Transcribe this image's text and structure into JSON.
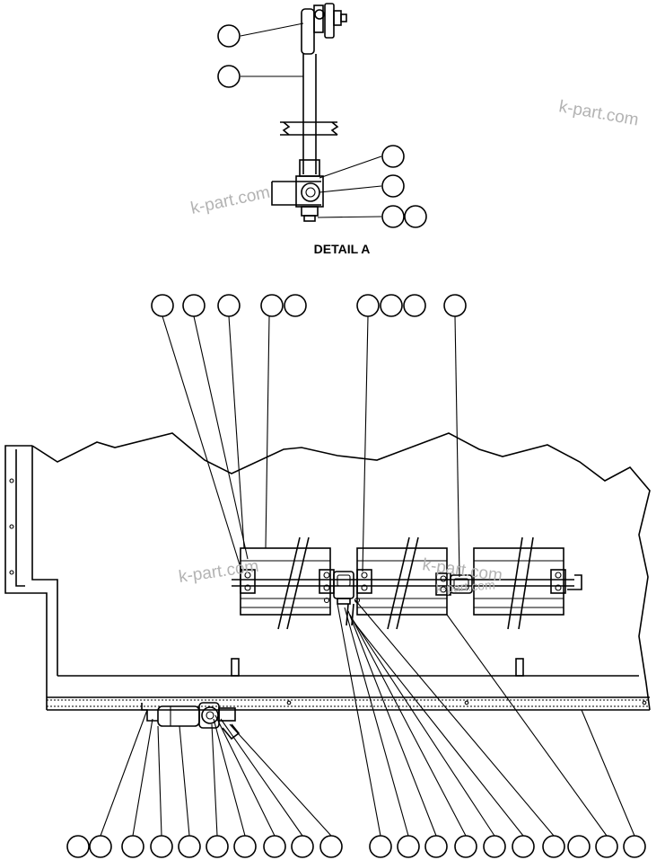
{
  "detail": {
    "title": "DETAIL A"
  },
  "watermarks": [
    "k-part.com",
    "k-part.com",
    "k-part.com",
    "k-part.com",
    "k-part.com"
  ],
  "colors": {
    "line": "#000000",
    "background": "#ffffff",
    "watermark": "#b3b3b3"
  }
}
